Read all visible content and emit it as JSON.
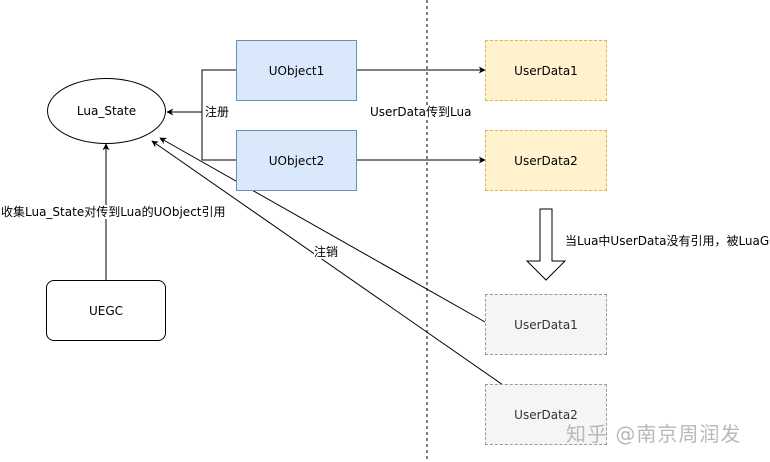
{
  "nodes": {
    "lua_state": "Lua_State",
    "uobject1": "UObject1",
    "uobject2": "UObject2",
    "userdata1_top": "UserData1",
    "userdata2_top": "UserData2",
    "uegc": "UEGC",
    "userdata1_bottom": "UserData1",
    "userdata2_bottom": "UserData2"
  },
  "labels": {
    "register": "注册",
    "userdata_to_lua": "UserData传到Lua",
    "collect": "收集Lua_State对传到Lua的UObject引用",
    "unregister": "注销",
    "gc_note": "当Lua中UserData没有引用，被LuaGC"
  },
  "colors": {
    "uobject_fill": "#dae8fc",
    "uobject_stroke": "#6c8ebf",
    "userdata_fill": "#fff2cc",
    "userdata_stroke": "#d6b656",
    "gc_fill": "#f5f5f5",
    "gc_stroke": "#9a9a9a"
  },
  "watermark": "知乎 @南京周润发"
}
